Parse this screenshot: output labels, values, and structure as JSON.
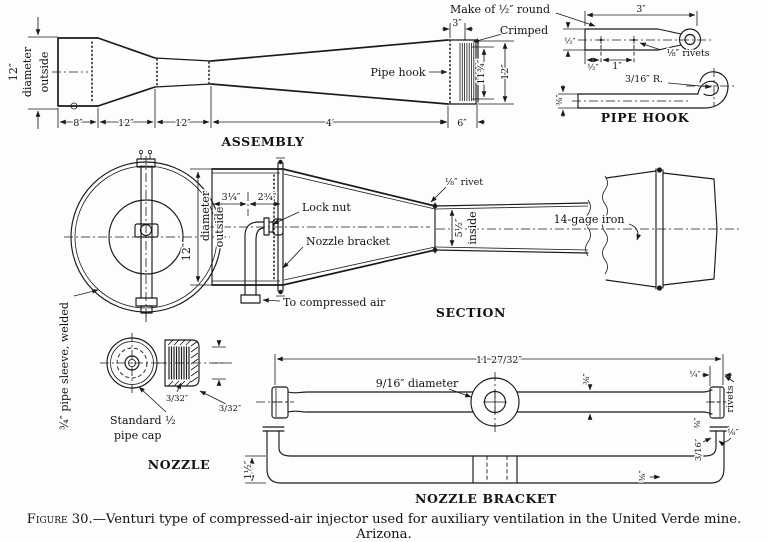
{
  "assembly": {
    "title": "ASSEMBLY",
    "dia_value": "12″",
    "dia_word1": "diameter",
    "dia_word2": "outside",
    "dims_bottom": [
      "8″",
      "12″",
      "12″",
      "4′",
      "6″"
    ],
    "dim_top": "3″",
    "make_of": "Make of ½″ round",
    "crimped": "Crimped",
    "pipe_hook_label": "Pipe hook",
    "dim_right_inner": "11¾″",
    "dim_right_outer": "12″"
  },
  "pipe_hook": {
    "title": "PIPE HOOK",
    "dim_top": "3″",
    "dim_left": "½″",
    "rivets": "⅛″ rivets",
    "dim_half": "½″",
    "dim_one": "1″",
    "dim_side": "⅜″",
    "radius": "3/16″ R."
  },
  "section": {
    "title": "SECTION",
    "dia_value": "12″",
    "dia_word1": "diameter",
    "dia_word2": "outside",
    "dim_a": "3¼″",
    "dim_b": "2¾″",
    "lock_nut": "Lock nut",
    "nozzle_bracket": "Nozzle bracket",
    "to_air": "To compressed air",
    "rivet": "⅛″ rivet",
    "inside_value": "5½″",
    "inside_word": "inside",
    "gage": "14-gage iron"
  },
  "nozzle": {
    "title": "NOZZLE",
    "sleeve": "¾″ pipe sleeve, welded",
    "cap_line1": "Standard ½",
    "cap_line2": "pipe cap",
    "slot_dim": "3/32″",
    "wall_dim": "3/32″"
  },
  "bracket": {
    "title": "NOZZLE BRACKET",
    "length": "11 27/32″",
    "hole": "9/16″ diameter",
    "cap_width": "¼″",
    "rivets": "rivets",
    "thickness_mid": "⅜″",
    "thickness_end": "⅜″",
    "thickness_side": "⅜″",
    "radius_end": "3/16″",
    "strap": "⅛″",
    "height": "1½″"
  },
  "caption": {
    "label": "Figure 30.",
    "text": "—Venturi type of compressed-air injector used for auxiliary ventilation in the United Verde mine.",
    "line2": "Arizona."
  }
}
